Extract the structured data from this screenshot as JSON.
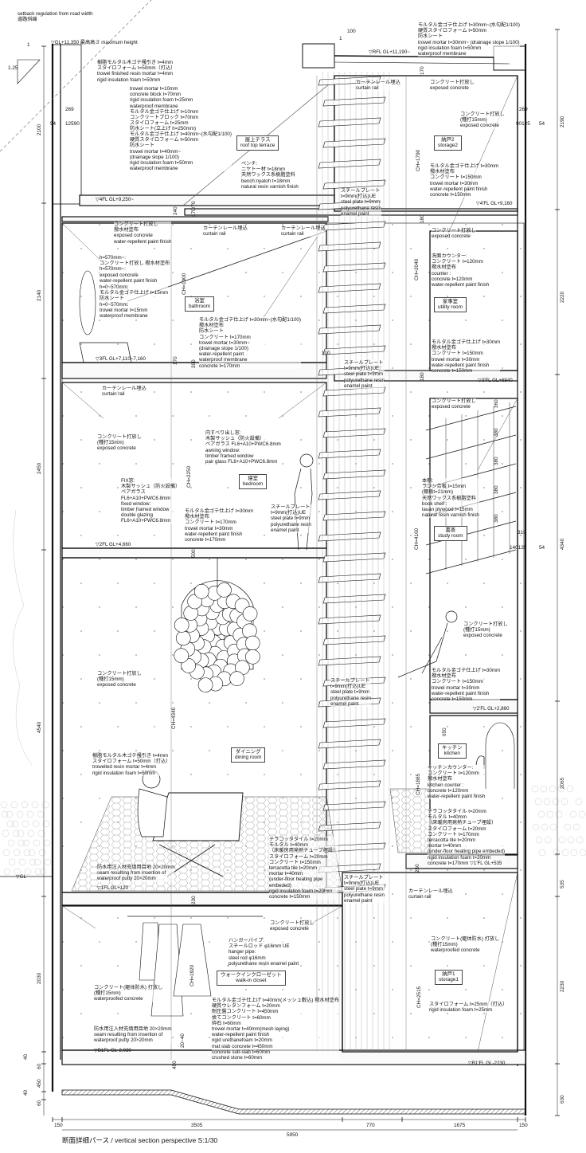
{
  "caption": "断面詳細パース / vertical section perspective  S:1/30",
  "levels": {
    "max_height": "▽GL+11,350 最高高さ maximum height",
    "rfl": "▽RFL GL+11,190~",
    "fl4": "▽4FL GL+9,250~",
    "fl4b": "▽4'FL GL+9,160",
    "fl3": "▽3FL GL+7,110~7,160",
    "fl3b": "▽3'FL GL+6940",
    "fl2": "▽2FL GL+4,660",
    "fl2b": "▽2'FL GL+2,860",
    "fl1": "▽1FL GL+120",
    "b1": "▽B1FL GL-2,030",
    "b1b": "▽B1'FL GL-2230",
    "gl": "▽GL"
  },
  "rooms": {
    "roof_terrace": [
      "屋上テラス",
      "roof top terrace"
    ],
    "storage2": [
      "納戸2",
      "storage2"
    ],
    "bathroom": [
      "浴室",
      "bathroom"
    ],
    "utility": [
      "家事室",
      "utility room"
    ],
    "bedroom": [
      "寝室",
      "bedroom"
    ],
    "study": [
      "書斎",
      "study room"
    ],
    "dining": [
      "ダイニング",
      "dining room"
    ],
    "kitchen": [
      "キッチン",
      "kitchen"
    ],
    "closet": [
      "ウォークインクローゼット",
      "walk-in closet"
    ],
    "storage1": [
      "納戸1",
      "storage1"
    ]
  },
  "notes": {
    "setback": [
      "setback regulation from road width",
      "道路斜線"
    ],
    "parapet": [
      "樹脂モルタル木ゴテ掻引き t=4mm",
      "スタイロフォーム t=50mm（打込）",
      "trowel finished resin mortar  t=4mm",
      "rigid insulation foam t=50mm"
    ],
    "terrace_wall": [
      "trowel mortar t=10mm",
      "concrete block t=70mm",
      "rigid insulation foam t=25mm",
      "waterproof membrane",
      "モルタル金ゴテ仕上げ t=10mm",
      "コンクリートブロック t=70mm",
      "スタイロフォーム t=25mm",
      "防水シート(立上げ h=250mm)"
    ],
    "terrace_floor": [
      "モルタル金ゴテ仕上げ t=40mm~(水勾配1/100)",
      "硬質スタイロフォーム t=50mm",
      "防水シート",
      "trowel mortar t=40mm~",
      "(drainage slope 1/100)",
      "rigid insulation foam t=50mm",
      "waterproof membrane"
    ],
    "bench": [
      "ベンチ:",
      "ニヤトー材 t=18mm",
      "天然ワックス系樹脂塗料",
      "bench:nyatoh t=18mm",
      "natural resin varnish finish"
    ],
    "roof": [
      "モルタル金ゴテ仕上げ t=30mm~(水勾配1/100)",
      "硬質スタイロフォーム t=50mm",
      "防水シート",
      "trowel mortar t=30mm~  (drainage slope 1/100)",
      "rigid insulation foam t=50mm",
      "waterproof membrane"
    ],
    "curtain_4": [
      "カーテンレール埋込",
      "curtain rail"
    ],
    "exposed_4": [
      "コンクリート打放し",
      "exposed concrete"
    ],
    "exposed_4b": [
      "コンクリート打放し",
      "(種打15mm)",
      "exposed concrete"
    ],
    "floor_4b": [
      "モルタル金ゴテ仕上げ t=30mm",
      "撥水材塗布",
      "コンクリート t=150mm",
      "trowel mortar t=30mm",
      "water-repellent paint finish",
      "concrete t=150mm"
    ],
    "steel_1": [
      "スチールプレート",
      "t=9mm(打込)UE",
      "steel plate t=9mm",
      "polyurethane resin",
      "enamel paint"
    ],
    "exposed_3": [
      "コンクリート打放し",
      "撥水材塗布",
      "exposed concrete",
      "water-repellent paint finish"
    ],
    "curtain_3a": [
      "カーテンレール埋込",
      "curtain rail"
    ],
    "curtain_3b": [
      "カーテンレール埋込",
      "curtain rail"
    ],
    "bath_wall": [
      "h=570mm~:",
      "コンクリート打放し 撥水材塗布",
      "h=570mm~:",
      "exposed concrete",
      "water-repellent paint finish"
    ],
    "bath_wall2": [
      "h=0~570mm:",
      "モルタル金ゴテ仕上げ t=15mm",
      "防水シート",
      "h=0~570mm:",
      "trowel mortar t=15mm",
      "waterproof membrane"
    ],
    "bath_floor": [
      "モルタル金ゴテ仕上げ t=30mm~(水勾配1/100)",
      "撥水材塗布",
      "防水シート",
      "コンクリート t=170mm",
      "trowel mortar t=30mm~",
      "(drainage slope 1/100)",
      "water-repellent paint",
      "waterproof membrane",
      "concrete t=170mm"
    ],
    "exposed_util": [
      "コンクリート打放し",
      "exposed concrete"
    ],
    "counter": [
      "洗面カウンター:",
      "コンクリート t=120mm",
      "撥水材塗布",
      "counter :",
      "concrete t=120mm",
      "water-repellent paint finish"
    ],
    "floor_3b": [
      "モルタル金ゴテ仕上げ t=30mm",
      "撥水材塗布",
      "コンクリート t=150mm",
      "trowel mortar t=30mm",
      "water-repellent paint finish",
      "concrete t=150mm"
    ],
    "steel_2": [
      "スチールプレート",
      "t=9mm(打込)UE",
      "steel plate t=9mm",
      "polyurethane resin",
      "enamel paint"
    ],
    "curtain_2": [
      "カーテンレール埋込",
      "curtain rail"
    ],
    "exposed_2": [
      "コンクリート打放し",
      "(種打15mm)",
      "exposed concrete"
    ],
    "awning": [
      "内すべり出し窓:",
      "木製サッシュ（防火設備）",
      "ペアガラス FL6+A10+PWC6.8mm",
      "awning window:",
      "timber framed window",
      "pair glass FL6+A10+PWC6.8mm"
    ],
    "fixed": [
      "FIX窓:",
      "木製サッシュ（防火設備）",
      "ペアガラス",
      "FL6+A10+PWC6.8mm",
      "fixed window:",
      "timber framed window",
      "double glazing",
      "FL6+A10+PWC6.8mm"
    ],
    "floor_2": [
      "モルタル金ゴテ仕上げ t=30mm",
      "撥水材塗布",
      "コンクリート t=170mm",
      "trowel mortar t=30mm",
      "water-repellent paint finish",
      "concrete t=170mm"
    ],
    "steel_3": [
      "スチールプレート",
      "t=9mm(打込)UE",
      "steel plate t=9mm",
      "polyurethane resin",
      "enamel paint"
    ],
    "exposed_study": [
      "コンクリート打放し",
      "exposed concrete"
    ],
    "bookshelf": [
      "本棚:",
      "ラワン合板 t=15mm",
      "(棚板t=21mm)",
      "天然ワックス系樹脂塗料",
      "book shelf :",
      "lauan plywood t=15mm",
      "natural resin varnish finish"
    ],
    "exposed_dining": [
      "コンクリート打放し",
      "(種打15mm)",
      "exposed concrete"
    ],
    "dining_wall": [
      "樹脂モルタル木ゴテ掻引き t=4mm",
      "スタイロフォーム t=50mm（打込）",
      "trowelled resin mortar t=4mm",
      "rigid insulation foam t=50mm"
    ],
    "terracotta_1": [
      "テラコッタタイル t=20mm",
      "モルタル t=40mm",
      "（床暖房用発熱チューブ埋設）",
      "スタイロフォーム t=20mm",
      "コンクリート t=150mm",
      "terracotta tile t=20mm",
      "mortar t=40mm",
      "(under-floor heating pipe",
      "embeded)",
      "rigid insulation foam t=20mm",
      "concrete t=150mm"
    ],
    "seam_1": [
      "防水用注入材充填用目地 20×20mm",
      "seam resulting from insertion of",
      "waterproof putty 20×20mm"
    ],
    "exposed_2b": [
      "コンクリート打放し",
      "(種打15mm)",
      "exposed concrete"
    ],
    "floor_2b": [
      "モルタル金ゴテ仕上げ t=30mm",
      "撥水材塗布",
      "コンクリート t=150mm",
      "trowel mortar t=30mm",
      "water-repellent paint finish",
      "concrete t=150mm"
    ],
    "steel_4": [
      "スチールプレート",
      "t=9mm(打込)UE",
      "steel plate t=9mm",
      "polyurethane resin",
      "enamel paint"
    ],
    "kitchen_counter": [
      "キッチンカウンター:",
      "コンクリート t=120mm",
      "撥水材塗布",
      "kitchen counter :",
      "concrete t=120mm",
      "water-repellent paint finish"
    ],
    "terracotta_2": [
      "テラコッタタイル t=20mm",
      "モルタル t=40mm",
      "（床暖房用発熱チューブ埋設）",
      "スタイロフォーム t=20mm",
      "コンクリート t=170mm",
      "terracotta tile t=20mm",
      "mortar t=40mm",
      "(under-floor heating pipe embeded)",
      "rigid insulation foam t=20mm",
      "concrete t=170mm   ▽1'FL GL+535"
    ],
    "steel_5": [
      "スチールプレート",
      "t=9mm(打込)UE",
      "steel plate t=9mm",
      "polyurethane resin",
      "enamel paint"
    ],
    "curtain_1": [
      "カーテンレール埋込",
      "curtain rail"
    ],
    "exposed_b1": [
      "コンクリート打放し",
      "exposed concrete"
    ],
    "hanger": [
      "ハンガーパイプ:",
      "スチールロッド φ16mm UE",
      "hanger pipe:",
      "steel rod φ16mm",
      "polyurethane resin enamel paint"
    ],
    "waterproof_b1": [
      "コンクリート(躯体防水) 打放し",
      "(種打15mm)",
      "waterproofed concrete"
    ],
    "floor_b1": [
      "モルタル金ゴテ仕上げ t=40mm(メッシュ敷込) 撥水材塗布",
      "硬質ウレタンフォーム t=20mm",
      "耐圧盤コンクリート t=450mm",
      "捨てコンクリート t=60mm",
      "砕石 t=60mm",
      "trowel mortar t=40mm(mesh laying)",
      "water-repellent paint finish",
      "rigid urethanefoam t=20mm",
      "mat slab concrete t=450mm",
      "concrete sub-slab t=60mm",
      "crushed stone t=60mm"
    ],
    "seam_b1": [
      "防水用注入材充填用目地 20×20mm",
      "seam resulting from insertion of",
      "waterproof putty 20×20mm"
    ],
    "waterproof_s1": [
      "コンクリート(躯体防水) 打放し",
      "(種打15mm)",
      "waterproofed concrete"
    ],
    "styro_s1": [
      "スタイロフォーム t=25mm（打込）",
      "rigid insulation foam t=25mm"
    ]
  },
  "dimensions": {
    "left": [
      "2100",
      "2140",
      "2450",
      "4540",
      "2030",
      "60",
      "450",
      "60"
    ],
    "right": [
      "2190",
      "2220",
      "4340",
      "2065",
      "535",
      "2230",
      "630"
    ],
    "bottom": [
      "150",
      "3505",
      "770",
      "1675",
      "150",
      "5950"
    ],
    "wall_left": [
      "269",
      "54",
      "12590"
    ],
    "wall_right": [
      "269",
      "90125",
      "54"
    ],
    "wall_right2": [
      "319",
      "140125",
      "54"
    ],
    "slope": [
      "1",
      "1.25",
      "100",
      "1"
    ],
    "ceiling_heights": [
      "CH=1790",
      "CH=1900",
      "CH=2040",
      "CH=2250",
      "CH=4160",
      "CH=4340",
      "CH=1885",
      "CH=1920",
      "CH=2515"
    ],
    "slabs": [
      "240",
      "170/70",
      "170",
      "180",
      "170",
      "200",
      "180",
      "500",
      "230",
      "250",
      "20~40",
      "450",
      "100",
      "650",
      "40",
      "40"
    ],
    "shelves": [
      "360",
      "380",
      "380",
      "380",
      "380"
    ]
  }
}
